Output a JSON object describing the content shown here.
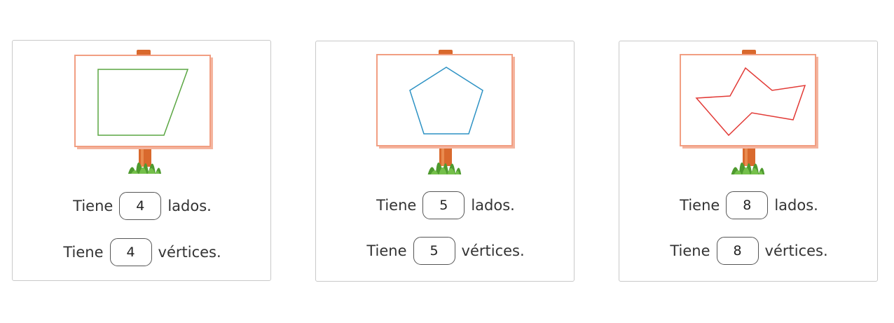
{
  "colors": {
    "board_border": "#f19e82",
    "post": "#d9692d",
    "grass": "#5fae3a",
    "shape_1": "#5aa642",
    "shape_2": "#2d92c4",
    "shape_3": "#e23a36"
  },
  "cards": [
    {
      "shape_icon": "quadrilateral-icon",
      "sides_prefix": "Tiene",
      "sides_value": "4",
      "sides_suffix": "lados.",
      "vertices_prefix": "Tiene",
      "vertices_value": "4",
      "vertices_suffix": "vértices."
    },
    {
      "shape_icon": "pentagon-icon",
      "sides_prefix": "Tiene",
      "sides_value": "5",
      "sides_suffix": "lados.",
      "vertices_prefix": "Tiene",
      "vertices_value": "5",
      "vertices_suffix": "vértices."
    },
    {
      "shape_icon": "octagon-icon",
      "sides_prefix": "Tiene",
      "sides_value": "8",
      "sides_suffix": "lados.",
      "vertices_prefix": "Tiene",
      "vertices_value": "8",
      "vertices_suffix": "vértices."
    }
  ]
}
